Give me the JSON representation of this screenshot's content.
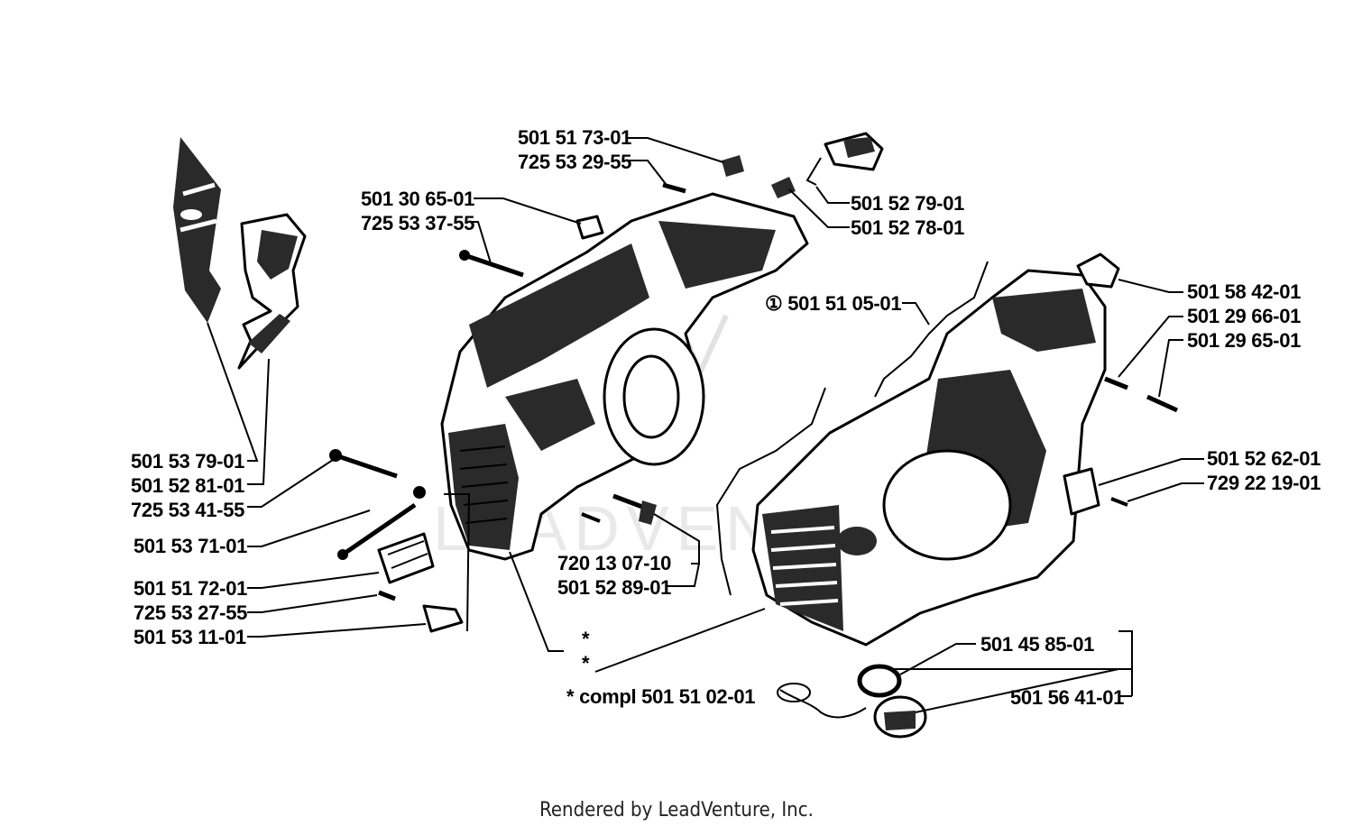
{
  "diagram": {
    "labels": {
      "p_501_51_73_01": "501 51 73-01",
      "p_725_53_29_55": "725 53 29-55",
      "p_501_52_79_01": "501 52 79-01",
      "p_501_52_78_01": "501 52 78-01",
      "p_501_30_65_01": "501 30 65-01",
      "p_725_53_37_55": "725 53 37-55",
      "p_501_51_05_01": "① 501 51 05-01",
      "p_501_58_42_01": "501 58 42-01",
      "p_501_29_66_01": "501 29 66-01",
      "p_501_29_65_01": "501 29 65-01",
      "p_501_53_79_01": "501 53 79-01",
      "p_501_52_81_01": "501 52 81-01",
      "p_725_53_41_55": "725 53 41-55",
      "p_501_53_71_01": "501 53 71-01",
      "p_501_51_72_01": "501 51 72-01",
      "p_725_53_27_55": "725 53 27-55",
      "p_501_53_11_01": "501 53 11-01",
      "p_720_13_07_10": "720 13 07-10",
      "p_501_52_89_01": "501 52 89-01",
      "p_501_52_62_01": "501 52 62-01",
      "p_729_22_19_01": "729 22 19-01",
      "p_501_45_85_01": "501 45 85-01",
      "p_501_56_41_01": "501 56 41-01",
      "star1": "*",
      "star2": "*",
      "compl_note": "*  compl 501 51 02-01"
    },
    "footer": "Rendered by LeadVenture, Inc."
  }
}
